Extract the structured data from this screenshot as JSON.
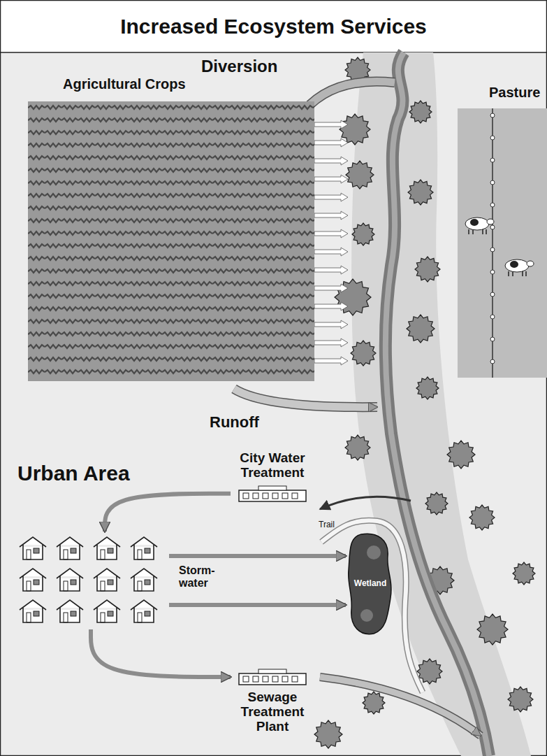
{
  "diagram": {
    "title": "Increased Ecosystem Services",
    "nodes": [
      {
        "text": [
          "Agricultural Crops"
        ]
      },
      {
        "text": [
          "Pasture"
        ]
      },
      {
        "text": [
          "Urban Area"
        ]
      },
      {
        "text": [
          "City Water Treatment"
        ]
      },
      {
        "text": [
          "Wetland"
        ]
      },
      {
        "text": [
          "Sewage Treatment Plant"
        ]
      }
    ],
    "edges": [
      {
        "from": 3,
        "to": 2,
        "arrow": "to"
      },
      {
        "from": 2,
        "to": 4,
        "label": "Storm-water",
        "arrow": "to"
      },
      {
        "from": 2,
        "to": 4,
        "arrow": "to"
      },
      {
        "from": 2,
        "to": 5,
        "arrow": "to"
      }
    ],
    "labels": [
      "Diversion",
      "Runoff",
      "Trail"
    ]
  }
}
